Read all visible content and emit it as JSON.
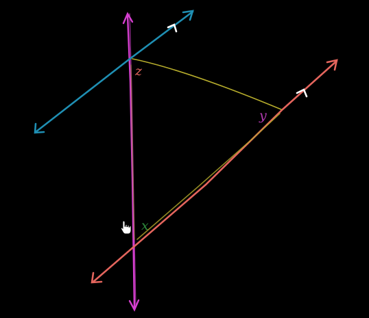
{
  "labels": {
    "z": "z",
    "y": "y",
    "x": "x"
  },
  "colors": {
    "background": "#000000",
    "transversal": "#d63fd0",
    "upper_parallel": "#1f8fb3",
    "lower_parallel": "#e4655d",
    "triangle_side": "#b7ad2c",
    "label_z": "#e4655d",
    "label_y": "#b13ab0",
    "label_x": "#2e8b3c",
    "parallel_marks": "#ffffff"
  },
  "icons": {
    "cursor": "hand-pointer-icon"
  }
}
